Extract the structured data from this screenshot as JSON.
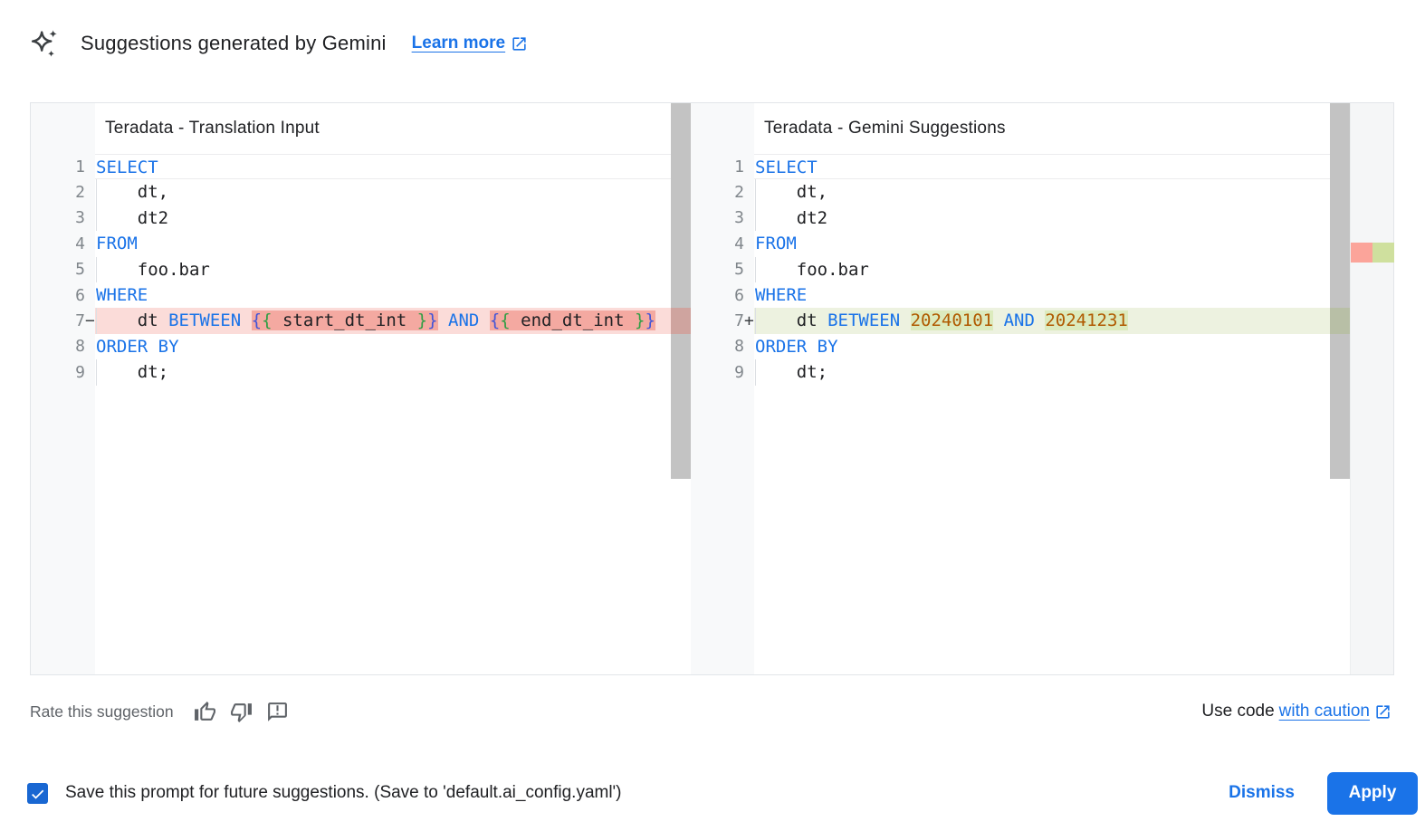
{
  "header": {
    "title": "Suggestions generated by Gemini",
    "learn_more_label": "Learn more"
  },
  "panels": [
    {
      "title": "Teradata - Translation Input",
      "lines": [
        {
          "n": "1",
          "active": true,
          "tokens": [
            {
              "t": "SELECT",
              "c": "k"
            }
          ]
        },
        {
          "n": "2",
          "g": 1,
          "tokens": [
            {
              "t": "    dt,",
              "c": "p"
            }
          ]
        },
        {
          "n": "3",
          "g": 1,
          "tokens": [
            {
              "t": "    dt2",
              "c": "p"
            }
          ]
        },
        {
          "n": "4",
          "tokens": [
            {
              "t": "FROM",
              "c": "k"
            }
          ]
        },
        {
          "n": "5",
          "g": 1,
          "tokens": [
            {
              "t": "    foo.bar",
              "c": "p"
            }
          ]
        },
        {
          "n": "6",
          "tokens": [
            {
              "t": "WHERE",
              "c": "k"
            }
          ]
        },
        {
          "n": "7",
          "m": "−",
          "d": "removed",
          "g": 1,
          "tokens": [
            {
              "t": "    dt ",
              "c": "p"
            },
            {
              "t": "BETWEEN",
              "c": "k"
            },
            {
              "t": " ",
              "c": "p"
            },
            {
              "t": "{",
              "c": "b1",
              "w": 1
            },
            {
              "t": "{",
              "c": "b2",
              "w": 1
            },
            {
              "t": " start_dt_int ",
              "c": "p",
              "w": 1
            },
            {
              "t": "}",
              "c": "b2",
              "w": 1
            },
            {
              "t": "}",
              "c": "b1",
              "w": 1
            },
            {
              "t": " ",
              "c": "p"
            },
            {
              "t": "AND",
              "c": "k"
            },
            {
              "t": " ",
              "c": "p"
            },
            {
              "t": "{",
              "c": "b1",
              "w": 1
            },
            {
              "t": "{",
              "c": "b2",
              "w": 1
            },
            {
              "t": " end_dt_int ",
              "c": "p",
              "w": 1
            },
            {
              "t": "}",
              "c": "b2",
              "w": 1
            },
            {
              "t": "}",
              "c": "b1",
              "w": 1
            }
          ]
        },
        {
          "n": "8",
          "tokens": [
            {
              "t": "ORDER BY",
              "c": "k"
            }
          ]
        },
        {
          "n": "9",
          "g": 1,
          "tokens": [
            {
              "t": "    dt;",
              "c": "p"
            }
          ]
        }
      ]
    },
    {
      "title": "Teradata - Gemini Suggestions",
      "lines": [
        {
          "n": "1",
          "active": true,
          "tokens": [
            {
              "t": "SELECT",
              "c": "k"
            }
          ]
        },
        {
          "n": "2",
          "g": 1,
          "tokens": [
            {
              "t": "    dt,",
              "c": "p"
            }
          ]
        },
        {
          "n": "3",
          "g": 1,
          "tokens": [
            {
              "t": "    dt2",
              "c": "p"
            }
          ]
        },
        {
          "n": "4",
          "tokens": [
            {
              "t": "FROM",
              "c": "k"
            }
          ]
        },
        {
          "n": "5",
          "g": 1,
          "tokens": [
            {
              "t": "    foo.bar",
              "c": "p"
            }
          ]
        },
        {
          "n": "6",
          "tokens": [
            {
              "t": "WHERE",
              "c": "k"
            }
          ]
        },
        {
          "n": "7",
          "m": "+",
          "d": "added",
          "g": 1,
          "tokens": [
            {
              "t": "    dt ",
              "c": "p"
            },
            {
              "t": "BETWEEN",
              "c": "k"
            },
            {
              "t": " ",
              "c": "p"
            },
            {
              "t": "20240101",
              "c": "n",
              "w": 1
            },
            {
              "t": " ",
              "c": "p"
            },
            {
              "t": "AND",
              "c": "k"
            },
            {
              "t": " ",
              "c": "p"
            },
            {
              "t": "20241231",
              "c": "n",
              "w": 1
            }
          ]
        },
        {
          "n": "8",
          "tokens": [
            {
              "t": "ORDER BY",
              "c": "k"
            }
          ]
        },
        {
          "n": "9",
          "g": 1,
          "tokens": [
            {
              "t": "    dt;",
              "c": "p"
            }
          ]
        }
      ]
    }
  ],
  "footer": {
    "rate_label": "Rate this suggestion",
    "use_code_prefix": "Use code",
    "use_code_link": "with caution",
    "save_label": "Save this prompt for future suggestions. (Save to 'default.ai_config.yaml')",
    "checkbox_checked": true,
    "dismiss_label": "Dismiss",
    "apply_label": "Apply"
  },
  "colors": {
    "accent_blue": "#1a73e8",
    "keyword": "#1a73e8",
    "plain_text": "#202124",
    "number_literal": "#b05a00",
    "brace_outer": "#4254d8",
    "brace_inner": "#2f9e44",
    "removed_line_bg": "#fbdcd9",
    "removed_word_bg": "#f4a9a1",
    "added_line_bg": "#edf2e0",
    "added_word_bg": "#dcebbe",
    "gutter_bg": "#f8f9fa",
    "gutter_number": "#80868b",
    "scrollbar": "#c3c3c3",
    "scrollbar_removed": "#cfa49f",
    "scrollbar_added": "#b8bfa6",
    "minimap_bg": "#f5f6f7",
    "minimap_removed": "#fba49a",
    "minimap_added": "#cfe09e",
    "checkbox_blue": "#1967d2"
  }
}
